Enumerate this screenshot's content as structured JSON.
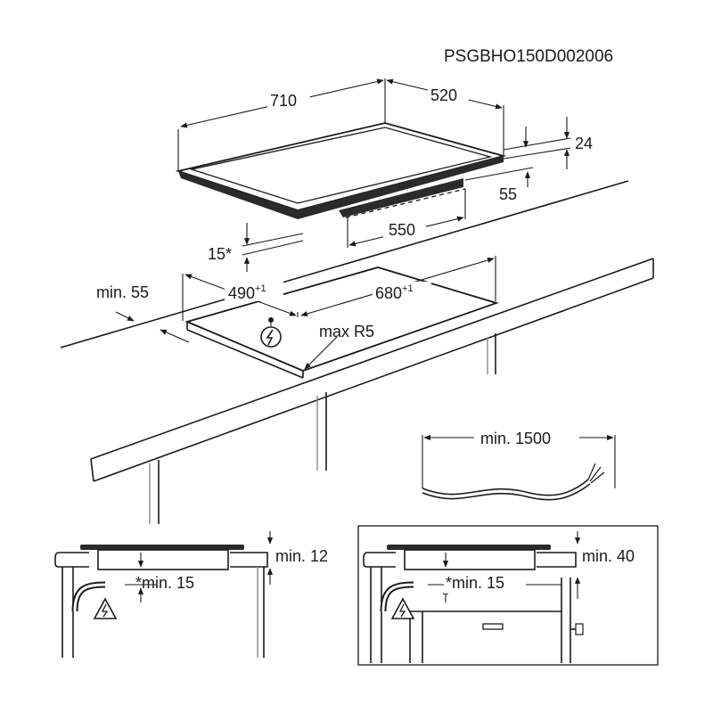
{
  "document_code": "PSGBHO150D002006",
  "dimensions": {
    "width": "710",
    "depth": "520",
    "thickness": "24",
    "underside_depth": "55",
    "underside_width": "550",
    "protrusion": "15*",
    "cutout_width": "680",
    "cutout_width_tolerance": "+1",
    "cutout_depth": "490",
    "cutout_depth_tolerance": "+1",
    "front_distance": "min. 55",
    "corner_radius": "max R5",
    "cable_length": "min. 1500"
  },
  "details": {
    "left": {
      "top_gap": "min. 12",
      "bottom_gap": "*min. 15"
    },
    "right": {
      "top_gap": "min. 40",
      "bottom_gap": "*min. 15"
    }
  },
  "icons": [
    "electrical-hazard-icon",
    "grounding-warning-icon"
  ]
}
